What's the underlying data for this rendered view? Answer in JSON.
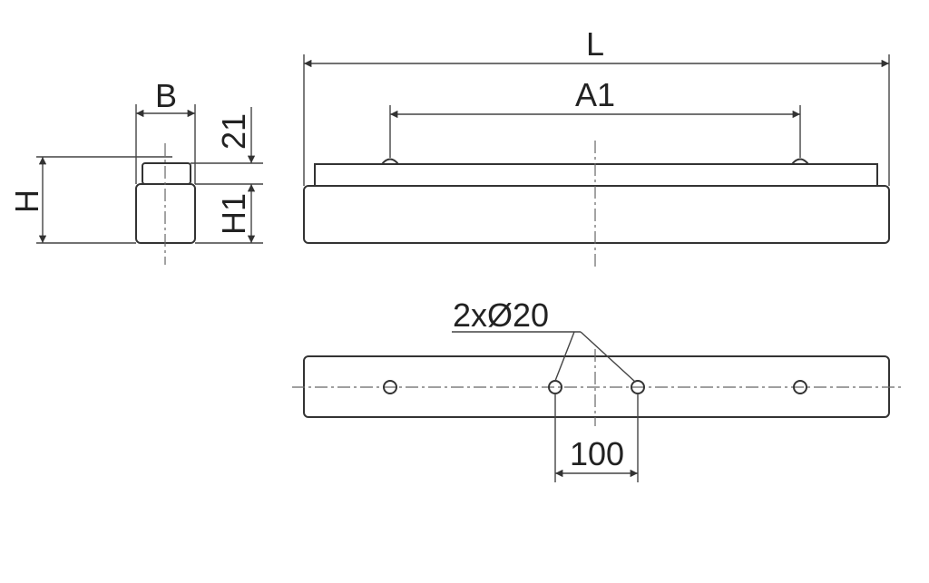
{
  "labels": {
    "length": "L",
    "hole_spacing": "A1",
    "width": "B",
    "height": "H",
    "cap_height": "21",
    "body_height": "H1",
    "holes": "2xØ20",
    "hole_distance": "100"
  }
}
